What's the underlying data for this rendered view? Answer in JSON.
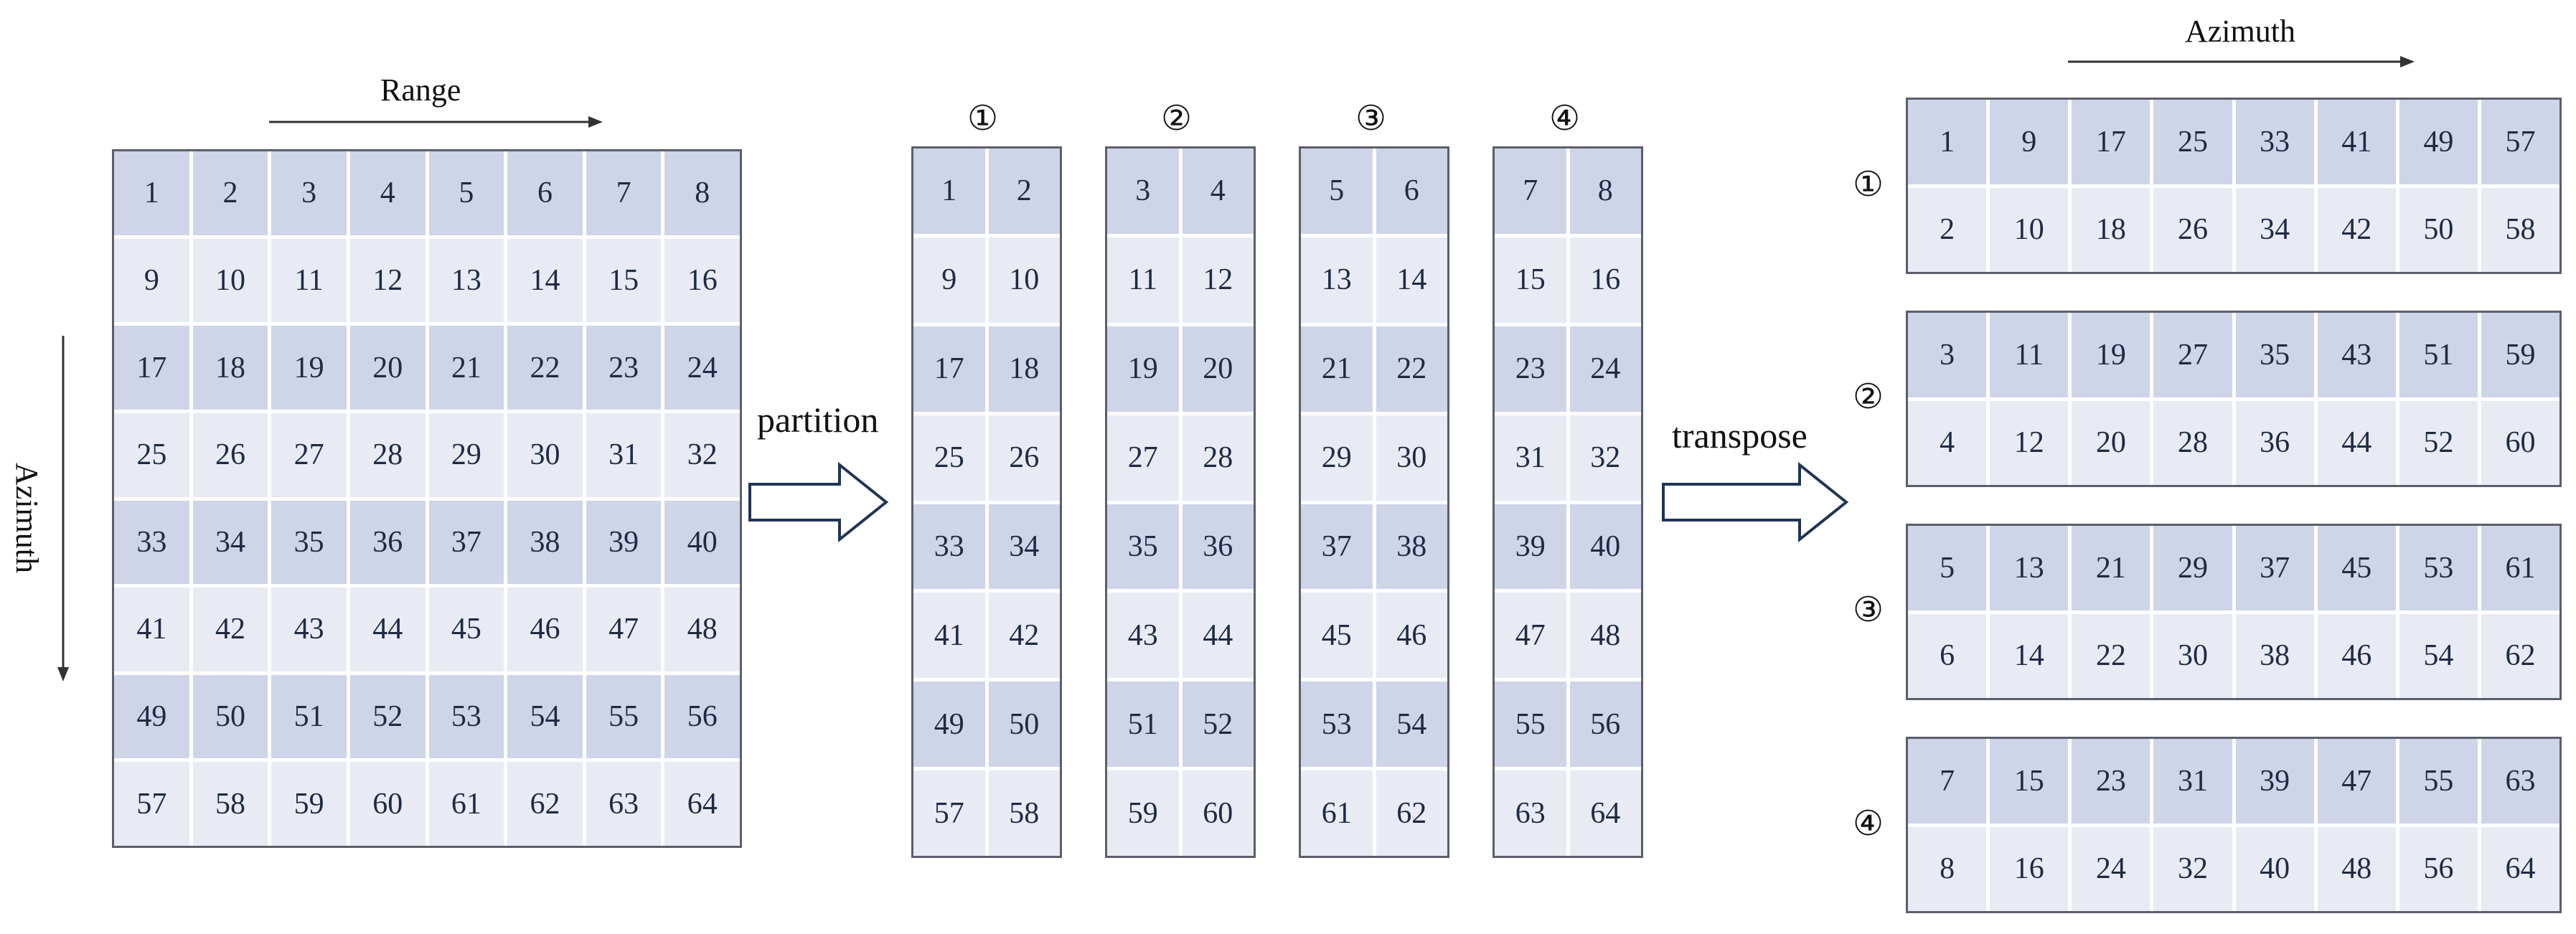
{
  "labels": {
    "range": "Range",
    "azimuth_left": "Azimuth",
    "azimuth_right": "Azimuth",
    "partition": "partition",
    "transpose": "transpose"
  },
  "markers": [
    "①",
    "②",
    "③",
    "④"
  ],
  "matrix": [
    [
      "1",
      "2",
      "3",
      "4",
      "5",
      "6",
      "7",
      "8"
    ],
    [
      "9",
      "10",
      "11",
      "12",
      "13",
      "14",
      "15",
      "16"
    ],
    [
      "17",
      "18",
      "19",
      "20",
      "21",
      "22",
      "23",
      "24"
    ],
    [
      "25",
      "26",
      "27",
      "28",
      "29",
      "30",
      "31",
      "32"
    ],
    [
      "33",
      "34",
      "35",
      "36",
      "37",
      "38",
      "39",
      "40"
    ],
    [
      "41",
      "42",
      "43",
      "44",
      "45",
      "46",
      "47",
      "48"
    ],
    [
      "49",
      "50",
      "51",
      "52",
      "53",
      "54",
      "55",
      "56"
    ],
    [
      "57",
      "58",
      "59",
      "60",
      "61",
      "62",
      "63",
      "64"
    ]
  ],
  "partitions": [
    [
      [
        "1",
        "2"
      ],
      [
        "9",
        "10"
      ],
      [
        "17",
        "18"
      ],
      [
        "25",
        "26"
      ],
      [
        "33",
        "34"
      ],
      [
        "41",
        "42"
      ],
      [
        "49",
        "50"
      ],
      [
        "57",
        "58"
      ]
    ],
    [
      [
        "3",
        "4"
      ],
      [
        "11",
        "12"
      ],
      [
        "19",
        "20"
      ],
      [
        "27",
        "28"
      ],
      [
        "35",
        "36"
      ],
      [
        "43",
        "44"
      ],
      [
        "51",
        "52"
      ],
      [
        "59",
        "60"
      ]
    ],
    [
      [
        "5",
        "6"
      ],
      [
        "13",
        "14"
      ],
      [
        "21",
        "22"
      ],
      [
        "29",
        "30"
      ],
      [
        "37",
        "38"
      ],
      [
        "45",
        "46"
      ],
      [
        "53",
        "54"
      ],
      [
        "61",
        "62"
      ]
    ],
    [
      [
        "7",
        "8"
      ],
      [
        "15",
        "16"
      ],
      [
        "23",
        "24"
      ],
      [
        "31",
        "32"
      ],
      [
        "39",
        "40"
      ],
      [
        "47",
        "48"
      ],
      [
        "55",
        "56"
      ],
      [
        "63",
        "64"
      ]
    ]
  ],
  "transposed": [
    [
      [
        "1",
        "9",
        "17",
        "25",
        "33",
        "41",
        "49",
        "57"
      ],
      [
        "2",
        "10",
        "18",
        "26",
        "34",
        "42",
        "50",
        "58"
      ]
    ],
    [
      [
        "3",
        "11",
        "19",
        "27",
        "35",
        "43",
        "51",
        "59"
      ],
      [
        "4",
        "12",
        "20",
        "28",
        "36",
        "44",
        "52",
        "60"
      ]
    ],
    [
      [
        "5",
        "13",
        "21",
        "29",
        "37",
        "45",
        "53",
        "61"
      ],
      [
        "6",
        "14",
        "22",
        "30",
        "38",
        "46",
        "54",
        "62"
      ]
    ],
    [
      [
        "7",
        "15",
        "23",
        "31",
        "39",
        "47",
        "55",
        "63"
      ],
      [
        "8",
        "16",
        "24",
        "32",
        "40",
        "48",
        "56",
        "64"
      ]
    ]
  ],
  "colors": {
    "cell_dark": "#cfd5e8",
    "cell_light": "#e8ebf4",
    "border": "#5b5f6b",
    "arrow": "#1f3556"
  }
}
